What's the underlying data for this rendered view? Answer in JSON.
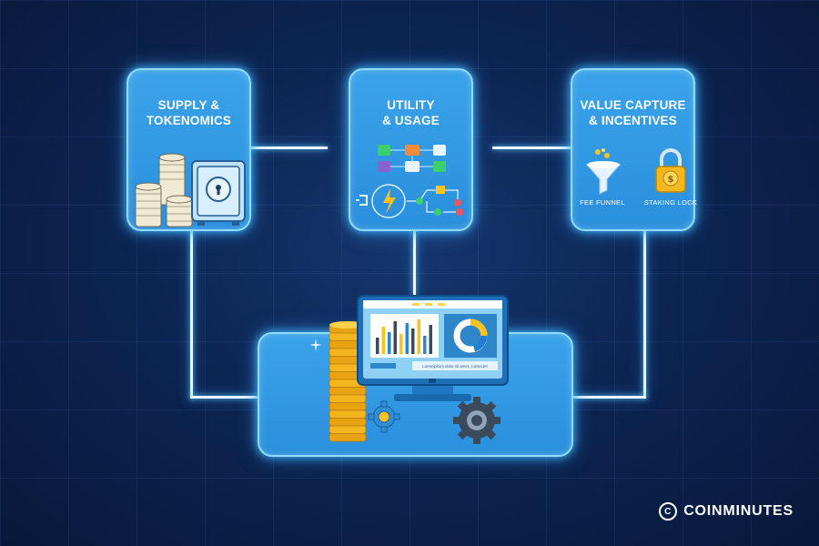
{
  "boxes": {
    "supply": {
      "title": "SUPPLY &\nTOKENOMICS"
    },
    "utility": {
      "title": "UTILITY\n& USAGE"
    },
    "value": {
      "title": "VALUE CAPTURE\n& INCENTIVES",
      "fee_label": "FEE FUNNEL",
      "staking_label": "STAKING LOCK"
    }
  },
  "dashboard": {
    "caption": "Loremipsum dolor sit amet, consectet"
  },
  "brand": {
    "name": "COINMINUTES",
    "logo_glyph": "C"
  },
  "colors": {
    "card": "#2e93de",
    "glow": "#5fc8ff",
    "coin": "#f5b51e",
    "background": "#0d2553"
  }
}
